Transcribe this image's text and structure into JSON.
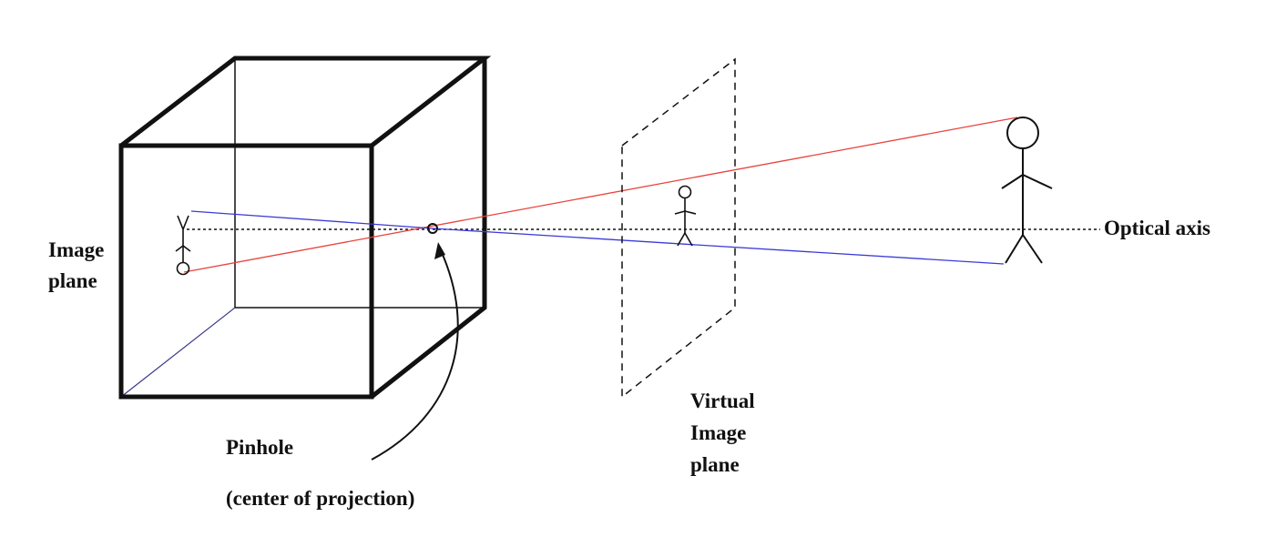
{
  "labels": {
    "image_plane": [
      "Image",
      "plane"
    ],
    "optical_axis": "Optical axis",
    "virtual_image_plane": [
      "Virtual",
      "Image",
      "plane"
    ],
    "pinhole": "Pinhole",
    "center_of_projection": "(center of projection)"
  },
  "colors": {
    "outline": "#111111",
    "top_ray": "#e8433c",
    "bottom_ray": "#3a3ad8",
    "background": "#ffffff"
  }
}
